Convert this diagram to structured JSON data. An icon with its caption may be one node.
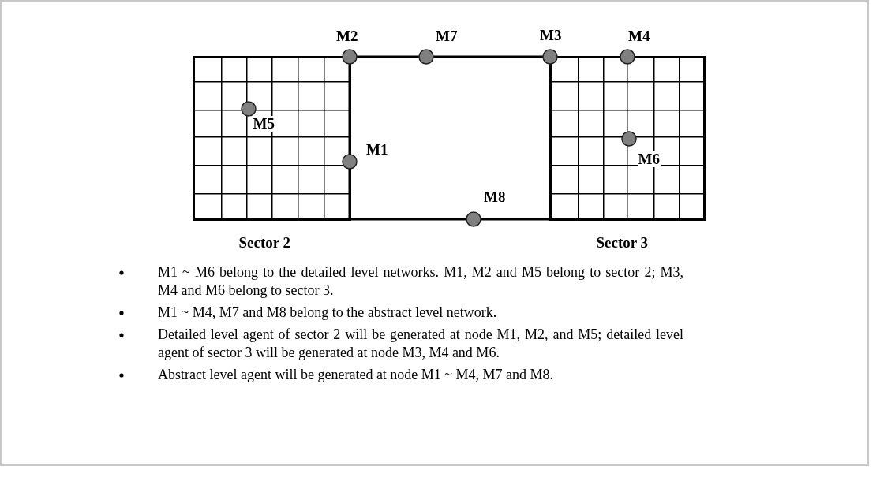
{
  "diagram": {
    "nodes": [
      {
        "text": [
          "Sector 2"
        ]
      },
      {
        "text": [
          "M5"
        ],
        "in": 0
      },
      {
        "text": [
          "Sector 3"
        ]
      },
      {
        "text": [
          "M6"
        ],
        "in": 2
      },
      {
        "text": [
          "M2"
        ]
      },
      {
        "text": [
          "M7"
        ]
      },
      {
        "text": [
          "M3"
        ]
      },
      {
        "text": [
          "M4"
        ]
      },
      {
        "text": [
          "M1"
        ]
      },
      {
        "text": [
          "M8"
        ]
      }
    ],
    "edges": [
      {
        "from": 4,
        "to": 5,
        "arrow": "none"
      },
      {
        "from": 5,
        "to": 6,
        "arrow": "none"
      },
      {
        "from": 4,
        "to": 8,
        "arrow": "none"
      },
      {
        "from": 8,
        "to": 9,
        "arrow": "none"
      },
      {
        "from": 9,
        "to": 6,
        "arrow": "none"
      }
    ],
    "labels": [
      "M1 ~ M6 belong to the detailed level networks. M1, M2 and M5 belong to sector 2; M3, M4 and M6 belong to sector 3.",
      "M1 ~ M4, M7 and M8 belong to the abstract level network.",
      "Detailed level agent of sector 2 will be generated at node M1, M2, and M5; detailed level agent of sector 3 will be generated at node M3, M4 and M6.",
      "Abstract level agent will be generated at node M1 ~ M4, M7 and M8."
    ]
  }
}
